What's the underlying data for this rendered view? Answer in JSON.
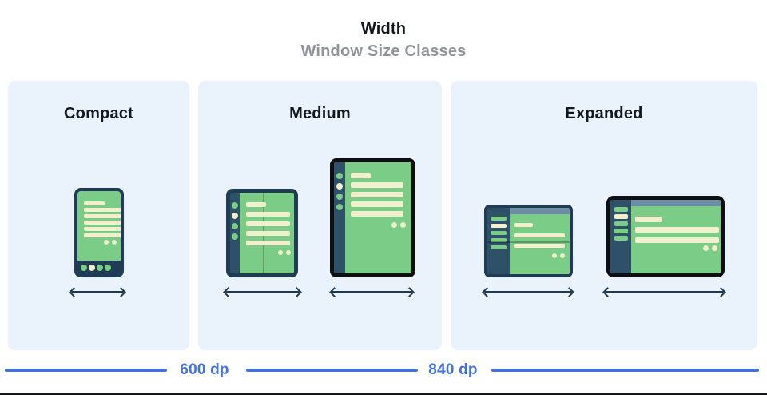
{
  "header": {
    "title": "Width",
    "subtitle": "Window Size Classes"
  },
  "panels": [
    {
      "label": "Compact"
    },
    {
      "label": "Medium"
    },
    {
      "label": "Expanded"
    }
  ],
  "scale": {
    "labels": [
      "600 dp",
      "840 dp"
    ]
  },
  "icons": {
    "width_arrow": "double-headed-horizontal-arrow"
  },
  "colors": {
    "panel-bg": "#eaf2fb",
    "frame-navy": "#1f3c54",
    "frame-black": "#0e0f11",
    "rail-navy": "#2e5068",
    "screen-green": "#7acc86",
    "content-cream": "#f2efce",
    "topbar-blue": "#6d8da5",
    "accent-blue": "#4170e2",
    "subtitle-gray": "#8e959d",
    "text-dark": "#14181e",
    "arrow-navy": "#1e3a52"
  }
}
